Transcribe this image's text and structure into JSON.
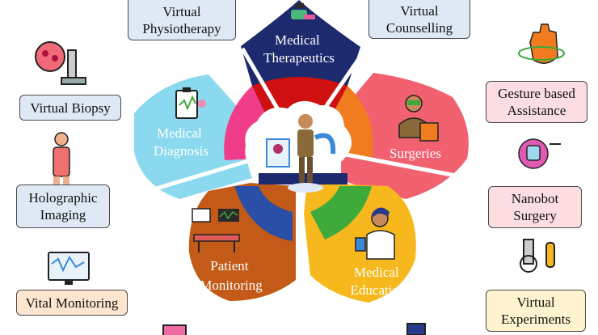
{
  "petals": {
    "therapeutics": {
      "label": "Medical\nTherapeutics",
      "color": "#1d2a6e",
      "ring": "#cf1010"
    },
    "surgeries": {
      "label": "Surgeries",
      "color": "#f2616f",
      "ring": "#f07c1f"
    },
    "education": {
      "label": "Medical\nEducation",
      "color": "#f7b81e",
      "ring": "#3eaa3c"
    },
    "monitoring": {
      "label": "Patient\nMonitoring",
      "color": "#c35a17",
      "ring": "#2b4fa6"
    },
    "diagnosis": {
      "label": "Medical\nDiagnosis",
      "color": "#8ad9ef",
      "ring": "#ef3d8a"
    }
  },
  "tags": {
    "virtual_physiotherapy": "Virtual\nPhysiotherapy",
    "virtual_counselling": "Virtual\nCounselling",
    "virtual_biopsy": "Virtual Biopsy",
    "gesture_assistance": "Gesture based\nAssistance",
    "holographic_imaging": "Holographic\nImaging",
    "nanobot_surgery": "Nanobot\nSurgery",
    "vital_monitoring": "Vital Monitoring",
    "virtual_experiments": "Virtual\nExperiments"
  },
  "tag_colors": {
    "blue_fill": "#dfe9f5",
    "blue_border": "#4a4a4a",
    "pink_fill": "#fbdde2",
    "orange_fill": "#fde5cf",
    "yellow_fill": "#fff4cf"
  },
  "icons": [
    "microscope-icon",
    "anatomy-icon",
    "monitor-icon",
    "glove-icon",
    "nanobot-icon",
    "lab-icon",
    "vr-headset-icon",
    "clipboard-icon",
    "doctor-icon",
    "hospital-bed-icon",
    "scientist-icon",
    "hologram-user-icon"
  ]
}
